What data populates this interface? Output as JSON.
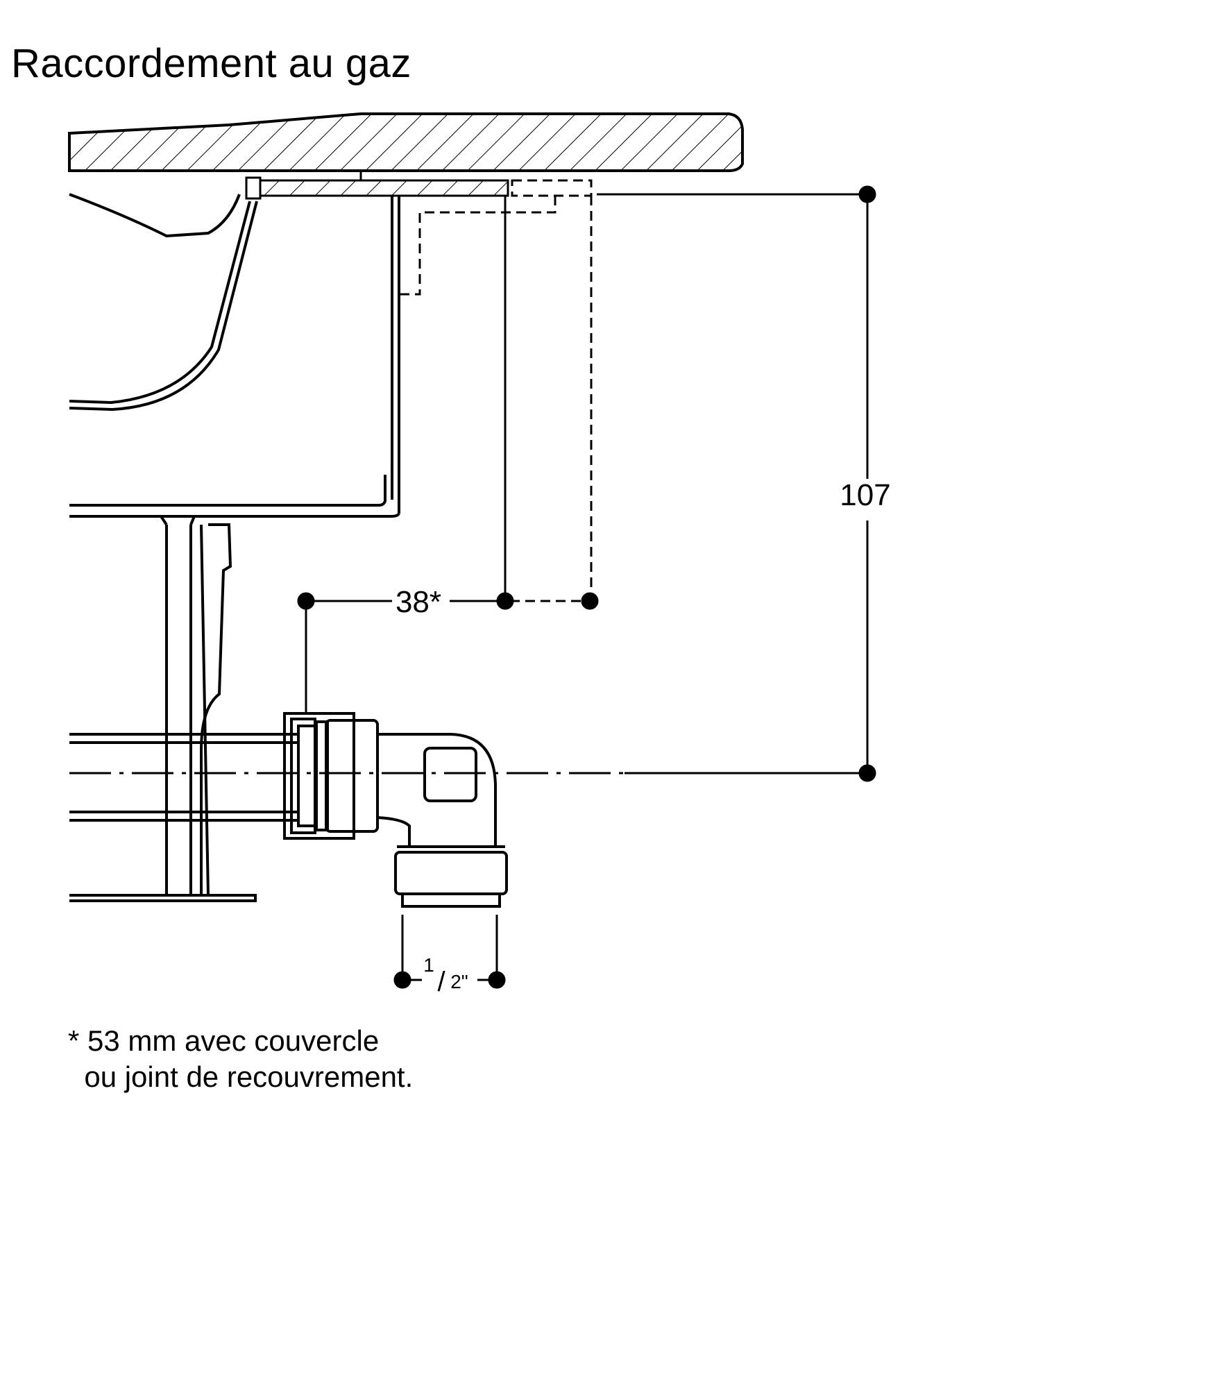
{
  "title": "Raccordement au gaz",
  "dimensions": {
    "height": "107",
    "offset": "38*",
    "pipe_numerator": "1",
    "pipe_slash": "/",
    "pipe_denominator": "2\""
  },
  "footnote": {
    "line1": "* 53 mm avec couvercle",
    "line2": "  ou joint de recouvrement."
  },
  "colors": {
    "line": "#000000",
    "background": "#ffffff"
  }
}
